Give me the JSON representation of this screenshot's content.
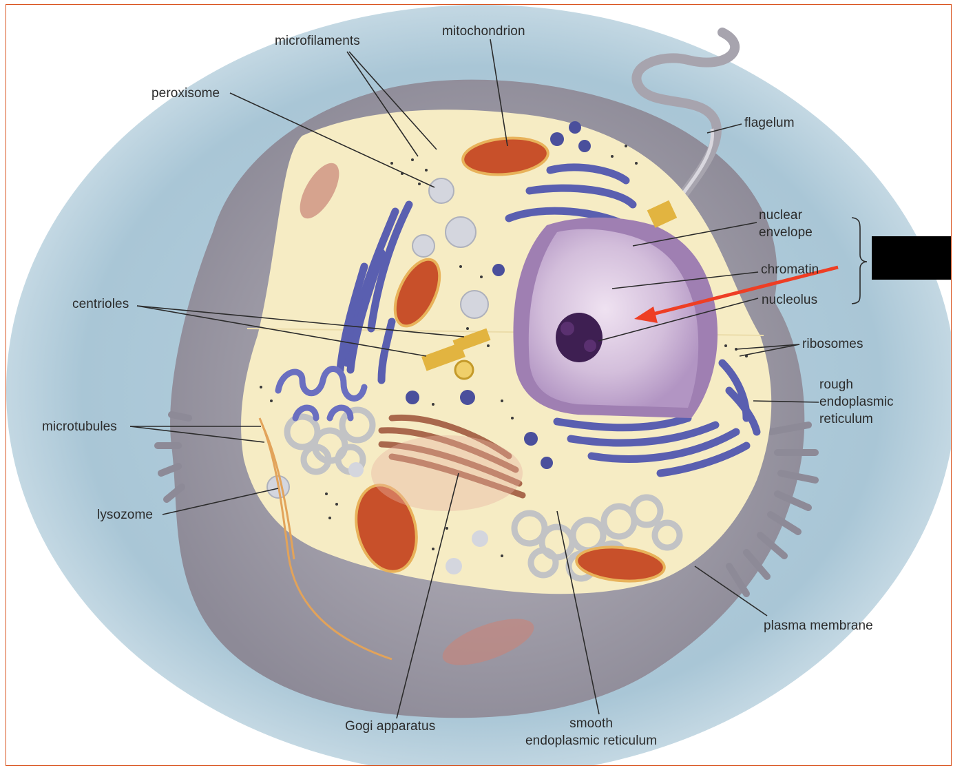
{
  "labels": {
    "microfilaments": "microfilaments",
    "mitochondrion": "mitochondrion",
    "peroxisome": "peroxisome",
    "flagelum": "flagelum",
    "nuclear_envelope": "nuclear\nenvelope",
    "chromatin": "chromatin",
    "nucleolus": "nucleolus",
    "ribosomes": "ribosomes",
    "rough_er": "rough\nendoplasmic\nreticulum",
    "centrioles": "centrioles",
    "microtubules": "microtubules",
    "lysozome": "lysozome",
    "plasma_membrane": "plasma membrane",
    "golgi": "Gogi apparatus",
    "smooth_er": "smooth\nendoplasmic reticulum"
  },
  "colors": {
    "frame_border": "#d9531e",
    "background_blue": "#a9c6d6",
    "cell_gray": "#9c9aa6",
    "cytoplasm": "#f6ecc4",
    "nucleus_purple": "#9f7fb2",
    "nucleolus": "#3e1f52",
    "rough_er": "#5a5fb0",
    "mitochondrion": "#c8502a",
    "golgi": "#a9684c",
    "arrow_red": "#ee3e24",
    "leader_line": "#2b2b2b"
  },
  "annotations": {
    "highlight_arrow_target": "nucleolus",
    "redacted_label": true
  }
}
